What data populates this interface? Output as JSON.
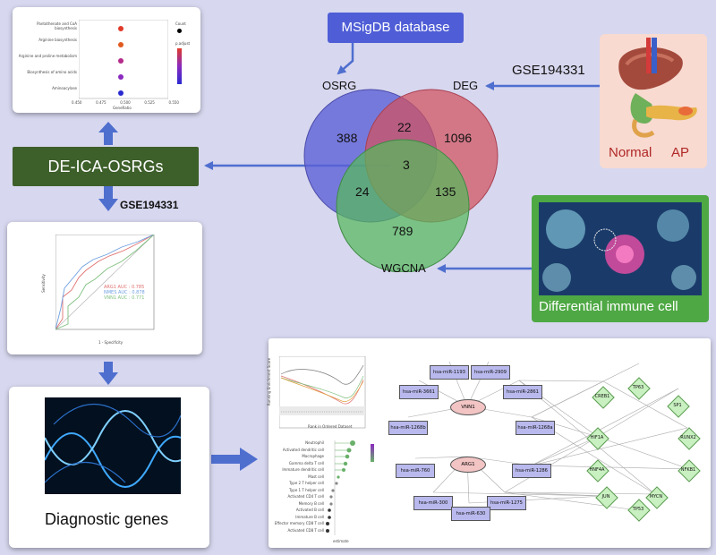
{
  "msigdb": {
    "label": "MSigDB database"
  },
  "venn": {
    "sets": [
      "OSRG",
      "DEG",
      "WGCNA"
    ],
    "regions": {
      "osrg_only": "388",
      "osrg_deg": "22",
      "deg_only": "1096",
      "all": "3",
      "osrg_wgcna": "24",
      "deg_wgcna": "135",
      "wgcna_only": "789"
    },
    "colors": {
      "osrg": "#5b5fd6",
      "deg": "#d1525e",
      "wgcna": "#56b85c"
    }
  },
  "gse_right": "GSE194331",
  "gse_left": "GSE194331",
  "organ": {
    "normal": "Normal",
    "ap": "AP"
  },
  "deica": {
    "label": "DE-ICA-OSRGs"
  },
  "immune": {
    "label": "Differential immune cell"
  },
  "diagnostic": {
    "label": "Diagnostic genes"
  },
  "enrichment": {
    "terms": [
      "Pantothenate and CoA biosynthesis",
      "Arginine biosynthesis",
      "Arginine and proline metabolism",
      "Biosynthesis of amino acids",
      "Aminoacylase"
    ],
    "xaxis_ticks": [
      "0.450",
      "0.475",
      "0.500",
      "0.525",
      "0.550"
    ],
    "xlabel": "GeneRatio",
    "legend_count": "Count",
    "legend_padj": "p.adjust"
  },
  "roc": {
    "legend": [
      "ARG1 AUC : 0.785",
      "NMES AUC : 0.878",
      "VNN1 AUC : 0.771"
    ],
    "xlabel": "1 - Specificity",
    "ylabel": "Sensitivity"
  },
  "gsea": {
    "xlabel": "Rank in Ordered Dataset",
    "ylabel": "Running Enrichment Score"
  },
  "immune_dot": {
    "cells": [
      "Neutrophil",
      "Activated dendritic cell",
      "Macrophage",
      "Gamma delta T cell",
      "Immature dendritic cell",
      "Mast cell",
      "Type 2 T helper cell",
      "Type 1 T helper cell",
      "Activated CD4 T cell",
      "Memory B cell",
      "Activated B cell",
      "Immature B cell",
      "Effector memory CD8 T cell",
      "Activated CD8 T cell"
    ],
    "xlabel": "estimate"
  },
  "network": {
    "mirnas": [
      "hsa-miR-1193",
      "hsa-miR-2909",
      "hsa-miR-3661",
      "hsa-miR-2861",
      "hsa-miR-1268b",
      "hsa-miR-1268a",
      "hsa-miR-760",
      "hsa-miR-1286",
      "hsa-miR-300",
      "hsa-miR-1275",
      "hsa-miR-630"
    ],
    "genes": [
      "VNN1",
      "ARG1"
    ],
    "tfs": [
      "CREB1",
      "TP63",
      "SP1",
      "HIF1A",
      "RUNX2",
      "HNF4A",
      "NFKB1",
      "JUN",
      "MYCN",
      "TP53"
    ]
  }
}
